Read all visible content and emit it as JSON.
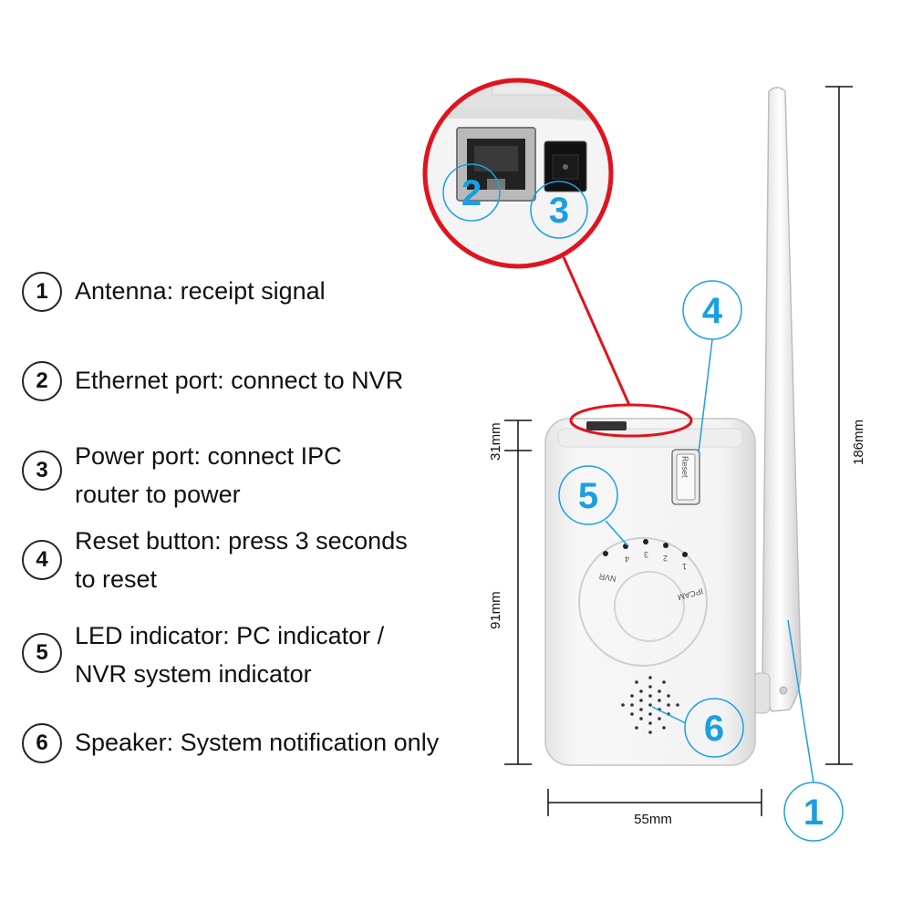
{
  "legend": [
    {
      "number": "1",
      "text": "Antenna: receipt signal"
    },
    {
      "number": "2",
      "text": "Ethernet port: connect to NVR"
    },
    {
      "number": "3",
      "text": "Power port: connect IPC\nrouter to power"
    },
    {
      "number": "4",
      "text": "Reset button: press 3 seconds\nto reset"
    },
    {
      "number": "5",
      "text": "LED indicator: PC indicator /\nNVR system indicator"
    },
    {
      "number": "6",
      "text": "Speaker: System notification only"
    }
  ],
  "callouts": {
    "antenna": "1",
    "ethernet": "2",
    "power": "3",
    "reset": "4",
    "led": "5",
    "speaker": "6"
  },
  "dimensions": {
    "total_height": "186mm",
    "top_height": "31mm",
    "body_height": "91mm",
    "width": "55mm"
  },
  "device_labels": {
    "reset": "Reset",
    "nvr": "NVR",
    "ipcam": "IPCAM",
    "led_numbers": [
      "4",
      "3",
      "2",
      "1"
    ]
  },
  "colors": {
    "callout_blue": "#1aa0e0",
    "zoom_red": "#e0141e",
    "device_white": "#f2f2f2"
  }
}
